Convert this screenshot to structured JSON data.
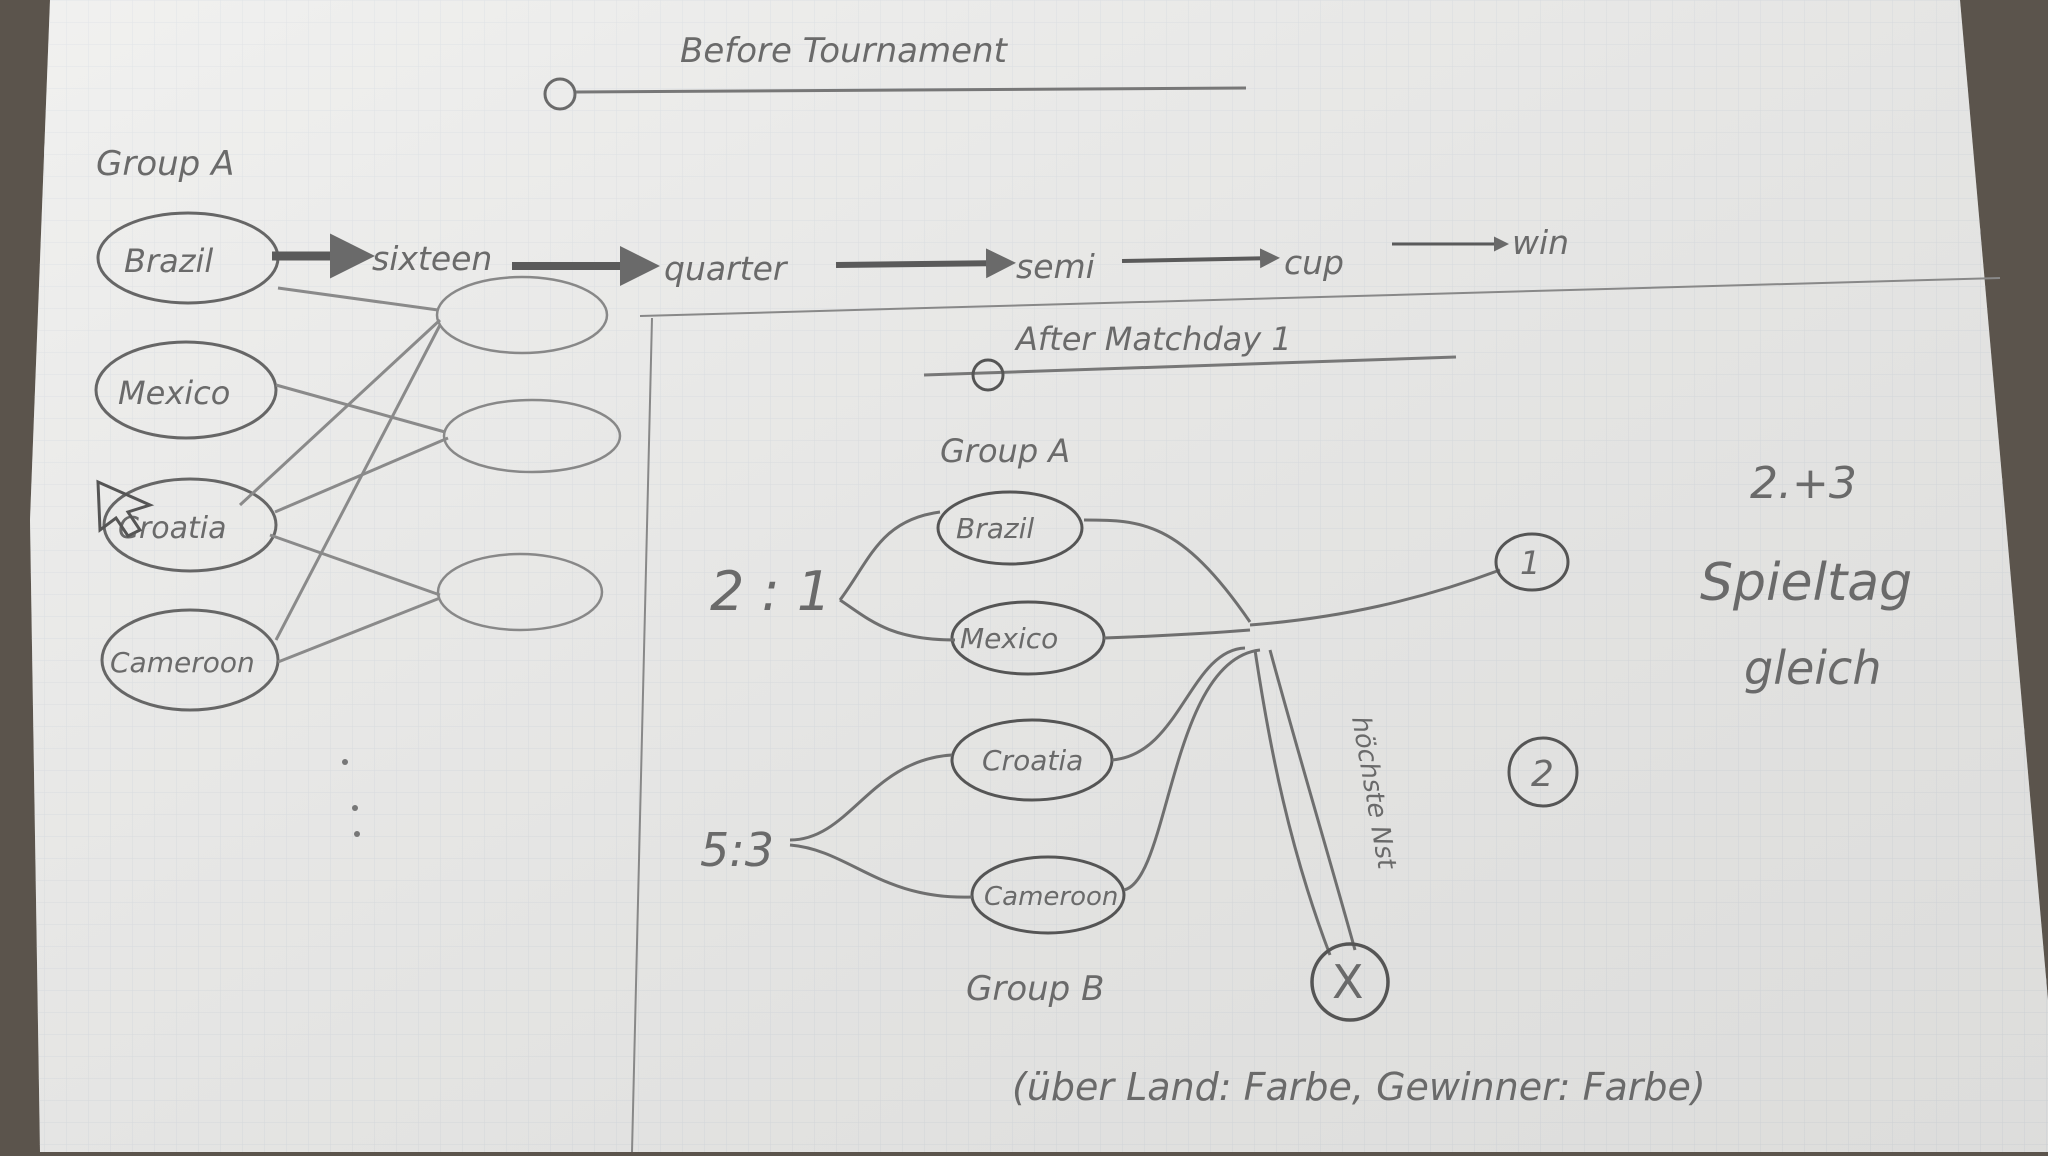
{
  "before": {
    "title": "Before Tournament",
    "group_label": "Group A",
    "teams": [
      "Brazil",
      "Mexico",
      "Croatia",
      "Cameroon"
    ],
    "stages": [
      "sixteen",
      "quarter",
      "semi",
      "cup",
      "win"
    ]
  },
  "after": {
    "title": "After Matchday 1",
    "group_a_label": "Group A",
    "group_b_label": "Group B",
    "group_a_teams": [
      "Brazil",
      "Mexico"
    ],
    "group_b_teams": [
      "Croatia",
      "Cameroon"
    ],
    "score_a": "2 : 1",
    "score_b": "5:3",
    "rank_1": "1",
    "rank_2": "2",
    "loser_mark": "X",
    "highest_loss": "höchste Nst",
    "note_matchday": "2.+3",
    "note_spieltag": "Spieltag",
    "note_gleich": "gleich",
    "legend": "(über Land: Farbe, Gewinner: Farbe)"
  },
  "colors": {
    "paper": "#e9e9e7",
    "grid": "#d2d7dc",
    "pencil": "#6a6a6a",
    "carpet": "#5b544c"
  }
}
